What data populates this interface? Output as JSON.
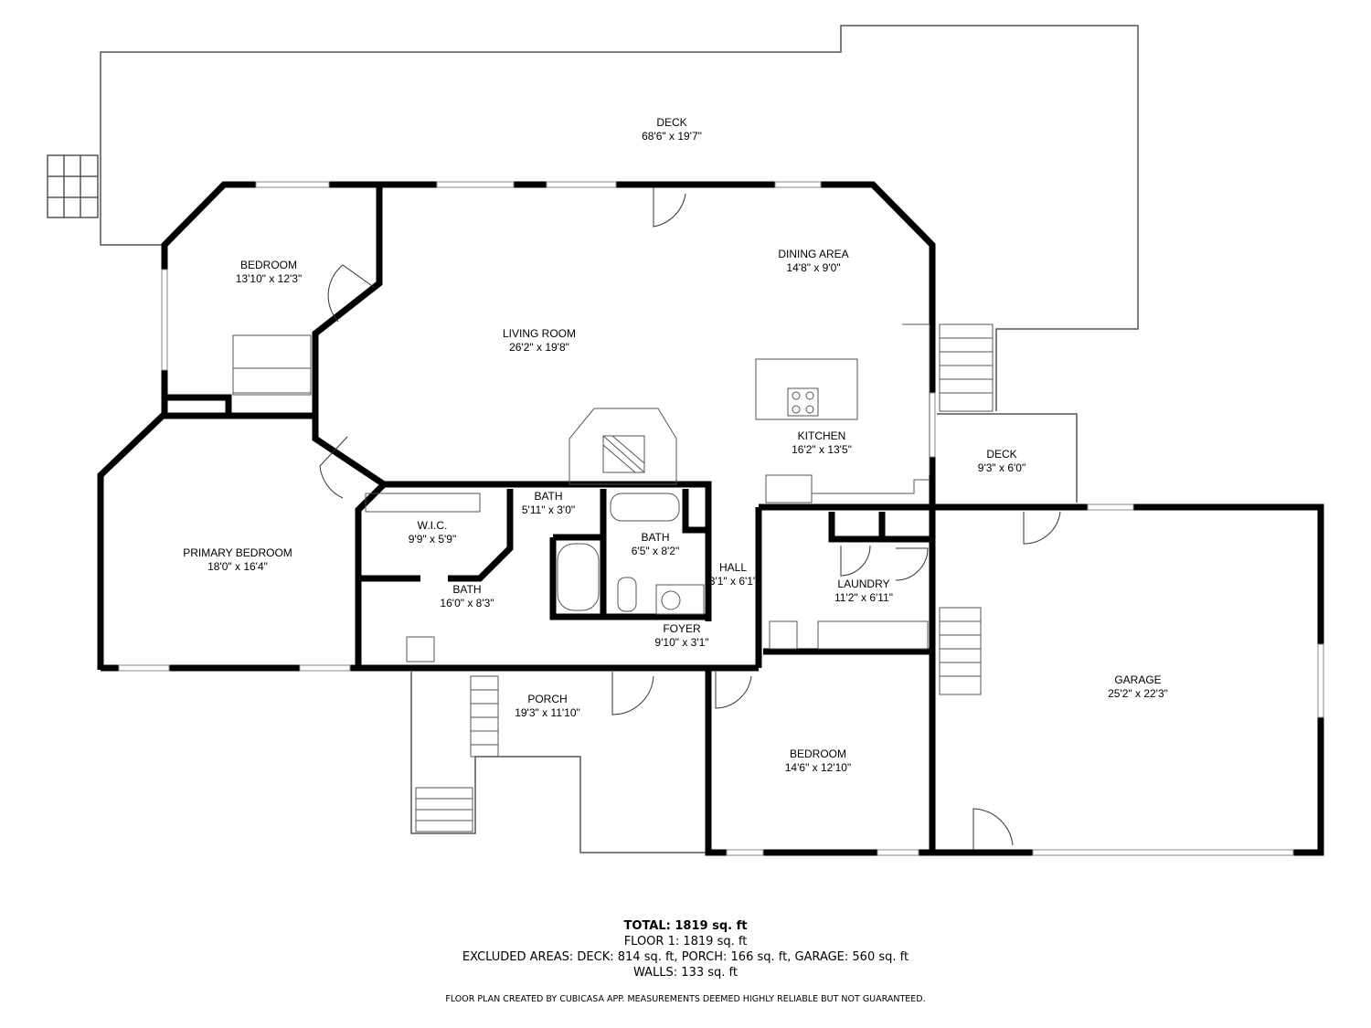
{
  "rooms": [
    {
      "name": "DECK",
      "size": "68'6\" x 19'7\""
    },
    {
      "name": "BEDROOM",
      "size": "13'10\" x 12'3\""
    },
    {
      "name": "LIVING ROOM",
      "size": "26'2\" x 19'8\""
    },
    {
      "name": "DINING AREA",
      "size": "14'8\" x 9'0\""
    },
    {
      "name": "KITCHEN",
      "size": "16'2\" x 13'5\""
    },
    {
      "name": "DECK",
      "size": "9'3\" x 6'0\""
    },
    {
      "name": "PRIMARY BEDROOM",
      "size": "18'0\" x 16'4\""
    },
    {
      "name": "W.I.C.",
      "size": "9'9\" x 5'9\""
    },
    {
      "name": "BATH",
      "size": "5'11\" x 3'0\""
    },
    {
      "name": "BATH",
      "size": "6'5\" x 8'2\""
    },
    {
      "name": "BATH",
      "size": "16'0\" x 8'3\""
    },
    {
      "name": "HALL",
      "size": "3'1\" x 6'1\""
    },
    {
      "name": "LAUNDRY",
      "size": "11'2\" x 6'11\""
    },
    {
      "name": "FOYER",
      "size": "9'10\" x 3'1\""
    },
    {
      "name": "GARAGE",
      "size": "25'2\" x 22'3\""
    },
    {
      "name": "PORCH",
      "size": "19'3\" x 11'10\""
    },
    {
      "name": "BEDROOM",
      "size": "14'6\" x 12'10\""
    }
  ],
  "summary": {
    "total": "TOTAL: 1819 sq. ft",
    "floor1": "FLOOR 1: 1819 sq. ft",
    "excluded": "EXCLUDED AREAS: DECK: 814 sq. ft, PORCH: 166 sq. ft, GARAGE: 560 sq. ft",
    "walls": "WALLS: 133 sq. ft"
  },
  "footer": "FLOOR PLAN CREATED BY CUBICASA APP. MEASUREMENTS DEEMED HIGHLY RELIABLE BUT NOT GUARANTEED.",
  "colors": {
    "wall": "#000000",
    "outline": "#555555",
    "window": "#888888"
  }
}
